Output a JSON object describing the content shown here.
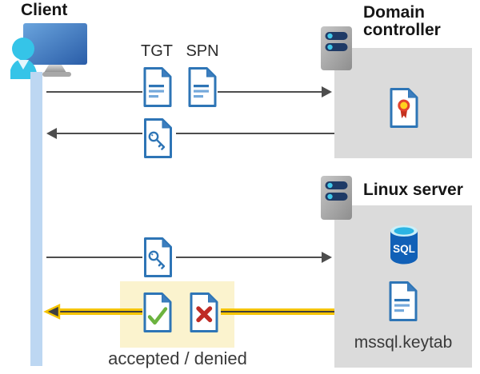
{
  "labels": {
    "client": "Client",
    "domain_controller": "Domain controller",
    "linux_server": "Linux server",
    "tgt": "TGT",
    "spn": "SPN",
    "sql_badge": "SQL",
    "mssql_keytab": "mssql.keytab",
    "accepted_denied": "accepted / denied"
  },
  "icons": {
    "client": "client-workstation-icon",
    "domain_controller_server": "server-icon",
    "linux_server_server": "server-icon",
    "tgt_document": "ticket-document-icon",
    "spn_document": "ticket-document-icon",
    "key_ticket_from_dc": "key-document-icon",
    "key_ticket_to_linux": "key-document-icon",
    "certificate": "certificate-document-icon",
    "sql_database": "sql-database-icon",
    "keytab_document": "text-document-icon",
    "accepted_document": "check-document-icon",
    "denied_document": "cross-document-icon"
  },
  "colors": {
    "document_blue": "#2e75b6",
    "document_line_blue": "#5b9bd5",
    "arrow_gray": "#4d4d4d",
    "accent_yellow": "#f5c400",
    "highlight_yellow": "#fbf3ce",
    "box_gray": "#dbdbdb",
    "lifeline_blue": "#bdd7f2",
    "check_green": "#6cb33f",
    "deny_red": "#bf2b25",
    "sql_blue": "#1160b7",
    "person_cyan": "#35c4e8"
  }
}
